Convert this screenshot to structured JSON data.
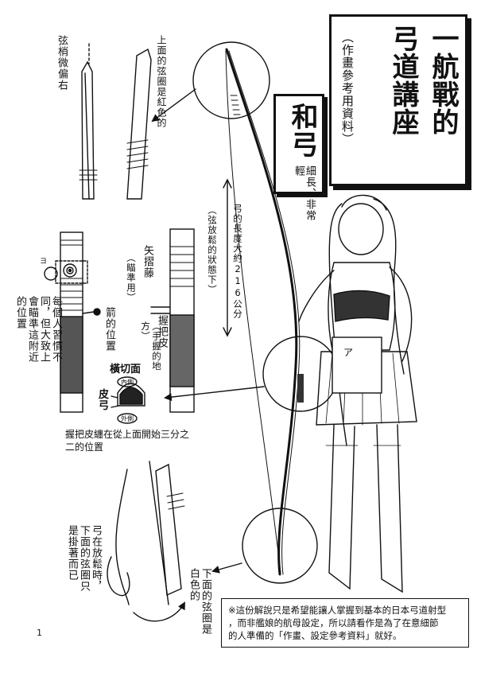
{
  "title": {
    "main_line1": "一航戰的",
    "main_line2": "弓道講座",
    "subtitle": "（作畫參考用資料）"
  },
  "bow_type": "和弓",
  "labels": {
    "string_tip": "弦梢微偏右",
    "upper_loop": "上面的弦圈是紅色的",
    "thin_light": "細長、非常輕",
    "bow_length": "弓的長度大約216公分",
    "bow_length_note": "（弦放鬆的狀態下）",
    "arrow_rattan": "矢摺藤",
    "aim_use": "（瞄準用）",
    "arrow_position": "箭的位置",
    "habit_note": "每個人習慣不同，但大致上會瞄準這附近的位置",
    "grip_leather": "握把皮",
    "grip_place": "（手握的地方）",
    "cross_section": "橫切面",
    "inner_side": "內側",
    "outer_side": "外側",
    "leather": "皮",
    "bow": "弓",
    "grip_position": "握把皮纏在從上面開始三分之二的位置",
    "loose_string": "弓在放鬆時，下面的弦圈只是掛著而已",
    "lower_loop": "下面的弦圈是白色的",
    "badge": "ア",
    "eye_mark": "ヨ"
  },
  "note": {
    "line1": "※這份解說只是希望能讓人掌握到基本的日本弓道射型",
    "line2": "，而非艦娘的航母設定，所以請看作是為了在意細節",
    "line3": "的人準備的「作畫、設定參考資料」就好。"
  },
  "page_number": "1"
}
